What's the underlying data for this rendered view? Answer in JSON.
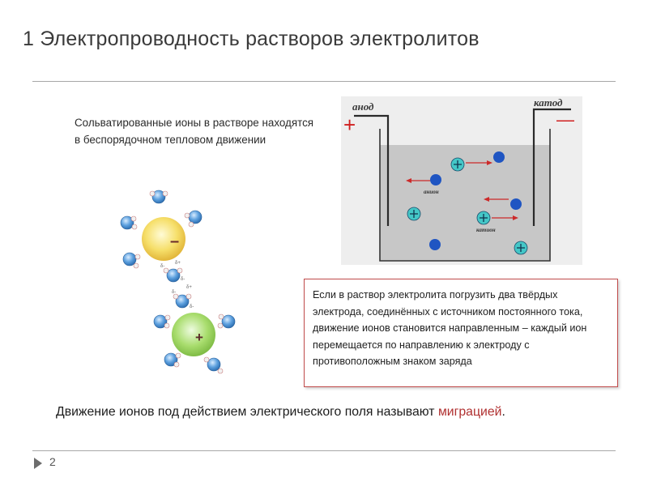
{
  "slide": {
    "title": "1 Электропроводность растворов электролитов",
    "page_number": "2"
  },
  "solvation": {
    "caption": "Сольватированные ионы в растворе находятся в беспорядочном тепловом движении",
    "anion_sign": "–",
    "cation_sign": "+",
    "delta_minus": "δ-",
    "delta_plus": "δ+"
  },
  "cell": {
    "anode_label": "анод",
    "cathode_label": "катод",
    "anode_sign": "+",
    "cathode_sign": "—",
    "anion_label": "анион",
    "cation_label": "катион",
    "solution_color": "#c7c7c7",
    "anion_color": "#1f55c2",
    "cation_color": "#44c7c7",
    "arrow_color": "#cc2a2a"
  },
  "info_box": {
    "text": "Если в раствор электролита погрузить два твёрдых электрода, соединённых с источником постоянного тока, движение ионов становится направленным – каждый ион перемещается по направлению к электроду с противоположным знаком заряда"
  },
  "footer": {
    "statement_prefix": "Движение ионов под действием электрического поля называют ",
    "statement_highlight": "миграцией",
    "statement_suffix": "."
  }
}
